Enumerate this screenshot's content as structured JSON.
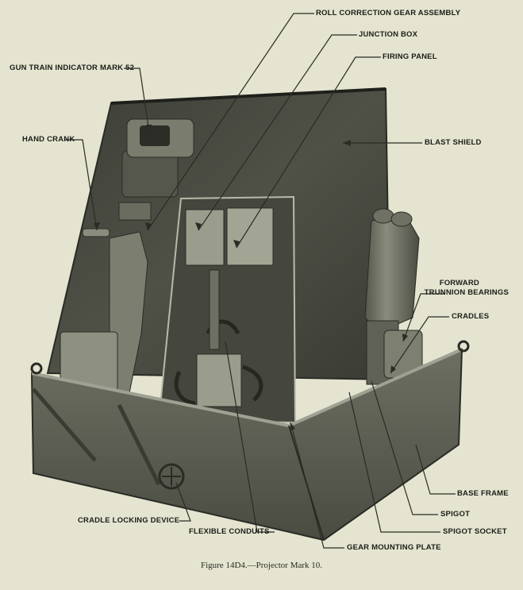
{
  "figure": {
    "caption": "Figure 14D4.—Projector Mark 10.",
    "labels": {
      "roll_correction": "ROLL CORRECTION GEAR ASSEMBLY",
      "junction_box": "JUNCTION BOX",
      "firing_panel": "FIRING PANEL",
      "gun_train": "GUN TRAIN INDICATOR MARK 52",
      "hand_crank": "HAND CRANK",
      "blast_shield": "BLAST SHIELD",
      "forward_trunnion_1": "FORWARD",
      "forward_trunnion_2": "TRUNNION BEARINGS",
      "cradles": "CRADLES",
      "base_frame": "BASE FRAME",
      "spigot": "SPIGOT",
      "spigot_socket": "SPIGOT SOCKET",
      "gear_mounting_plate": "GEAR MOUNTING PLATE",
      "flexible_conduits": "FLEXIBLE CONDUITS",
      "cradle_locking": "CRADLE LOCKING DEVICE"
    }
  }
}
